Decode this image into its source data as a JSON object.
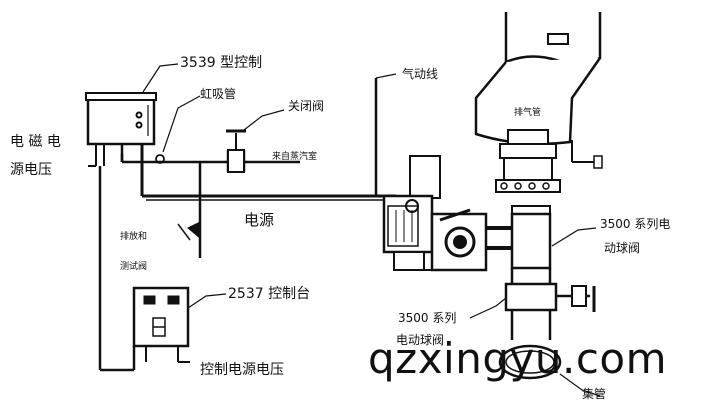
{
  "labels": {
    "controller_3539": "3539 型控制",
    "siphon": "虹吸管",
    "shutoff_valve": "关闭阀",
    "pneumatic_line": "气动线",
    "supply_voltage_line1": "电 磁 电",
    "supply_voltage_line2": "源电压",
    "steam_from": "来自蒸汽室",
    "vent_pipe": "排气管",
    "power": "电源",
    "drain_line1": "排放和",
    "drain_line2": "测试阀",
    "valve_3500_upper_line1": "3500 系列电",
    "valve_3500_upper_line2": "动球阀",
    "console_2537": "2537 控制台",
    "valve_3500_lower_line1": "3500 系列",
    "valve_3500_lower_line2": "电动球阀",
    "control_voltage": "控制电源电压",
    "header_pipe": "集管"
  },
  "watermark": "qzxingyu.com",
  "colors": {
    "ink": "#111111",
    "fill": "#ffffff"
  }
}
